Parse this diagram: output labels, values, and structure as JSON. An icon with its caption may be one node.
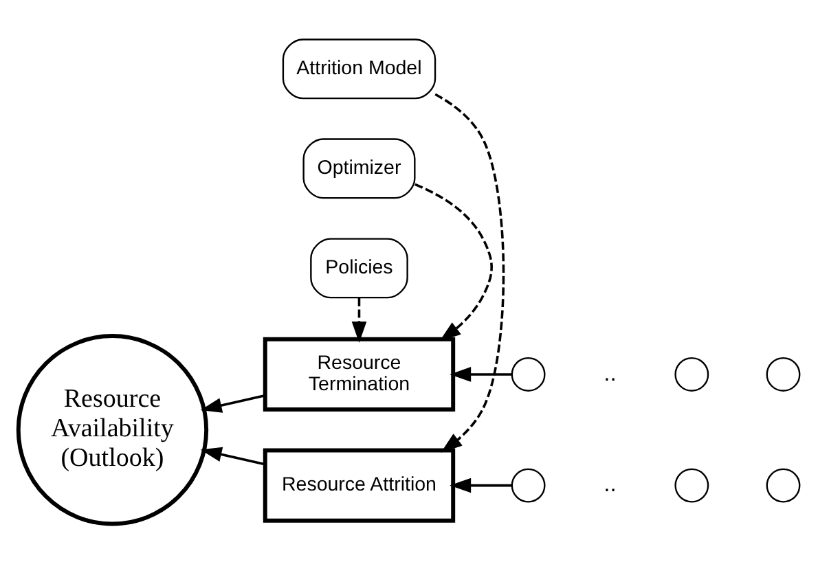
{
  "diagram": {
    "nodes": [
      {
        "text": [
          "Attrition Model"
        ]
      },
      {
        "text": [
          "Resource Attrition"
        ]
      },
      {
        "text": [],
        "shape": "circle"
      },
      {
        "text": [],
        "shape": "circle"
      },
      {
        "text": [],
        "shape": "circle"
      },
      {
        "text": [
          "Resource Availability (Outlook)"
        ]
      },
      {
        "text": [
          "Resource Termination"
        ]
      },
      {
        "text": [],
        "shape": "circle"
      },
      {
        "text": [],
        "shape": "circle"
      },
      {
        "text": [],
        "shape": "circle"
      },
      {
        "text": [
          "Policies"
        ]
      },
      {
        "text": [
          "Optimizer"
        ]
      }
    ],
    "edges": [
      {
        "from": 0,
        "to": 1,
        "arrow": "to",
        "style": "dashed"
      },
      {
        "from": 2,
        "to": 1,
        "arrow": "to"
      },
      {
        "from": 1,
        "to": 5,
        "arrow": "to"
      },
      {
        "from": 6,
        "to": 5,
        "arrow": "to"
      },
      {
        "from": 7,
        "to": 6,
        "arrow": "to"
      },
      {
        "from": 10,
        "to": 6,
        "arrow": "to",
        "style": "dashed"
      },
      {
        "from": 11,
        "to": 6,
        "arrow": "to",
        "style": "dashed"
      }
    ],
    "labels": [
      "..",
      ".."
    ]
  }
}
